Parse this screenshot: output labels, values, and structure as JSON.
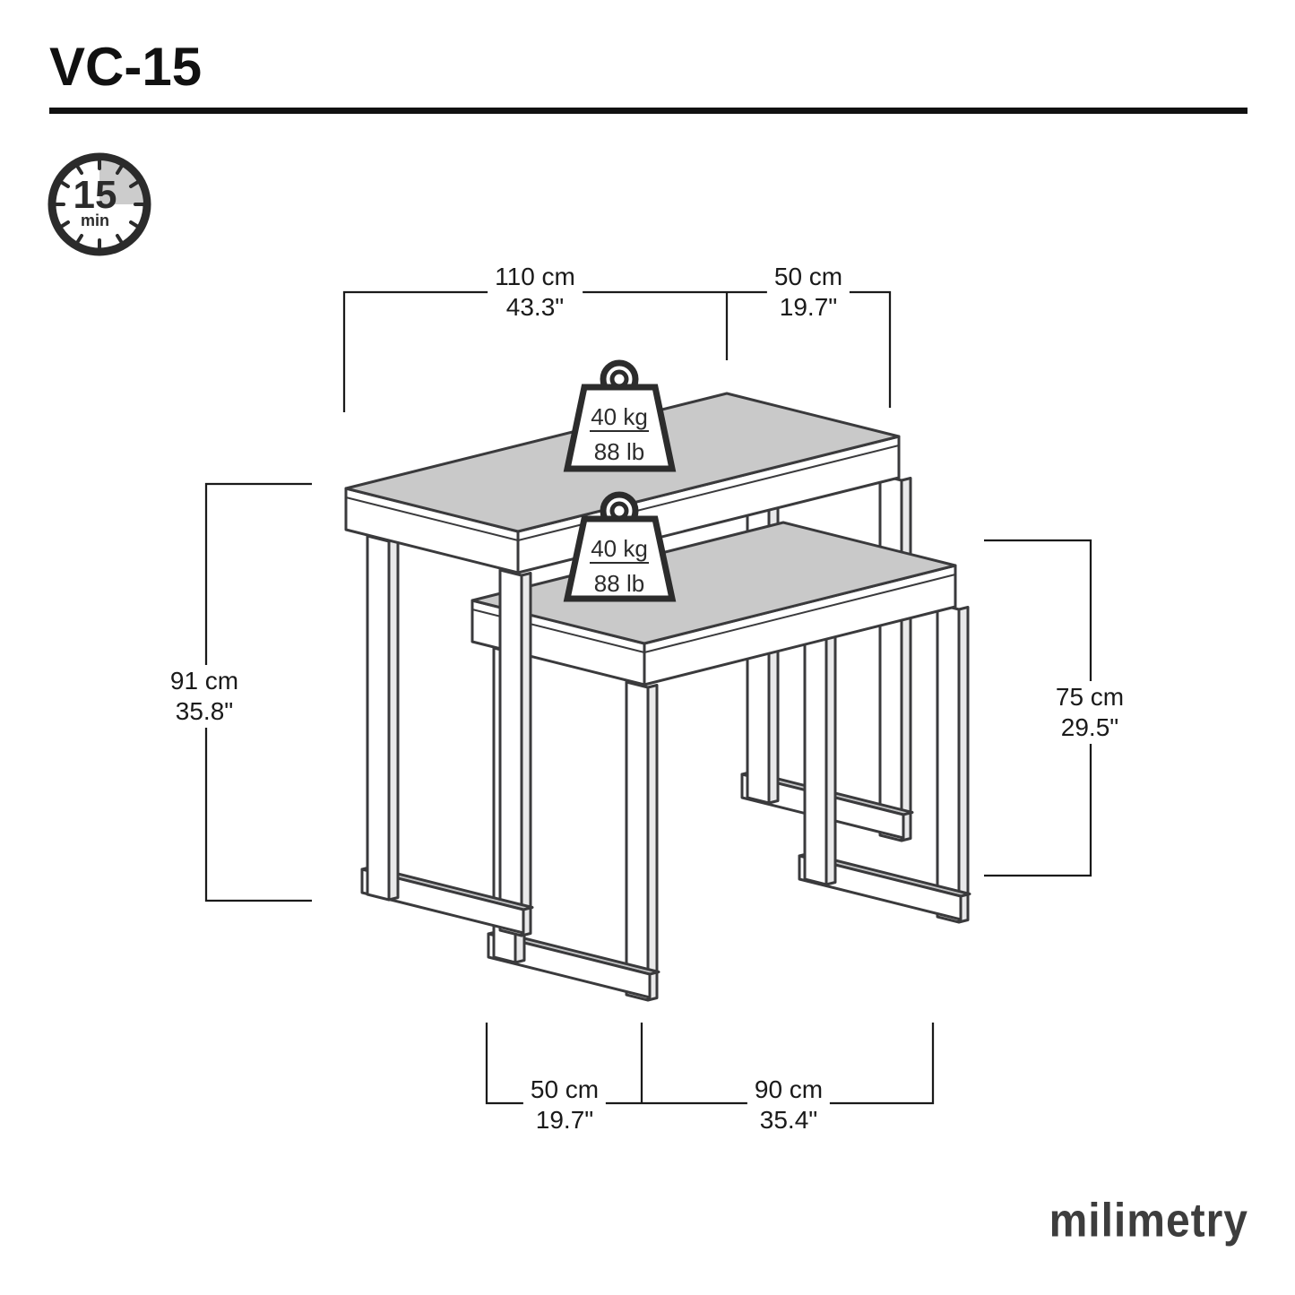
{
  "page": {
    "title": "VC-15"
  },
  "assembly_time": {
    "minutes": "15",
    "unit": "min"
  },
  "weight_capacity": {
    "kg": "40 kg",
    "lb": "88 lb"
  },
  "dimensions": {
    "large_width": {
      "cm": "110 cm",
      "inch": "43.3\""
    },
    "large_depth": {
      "cm": "50 cm",
      "inch": "19.7\""
    },
    "large_height": {
      "cm": "91 cm",
      "inch": "35.8\""
    },
    "small_height": {
      "cm": "75 cm",
      "inch": "29.5\""
    },
    "small_depth": {
      "cm": "50 cm",
      "inch": "19.7\""
    },
    "small_width": {
      "cm": "90 cm",
      "inch": "35.4\""
    }
  },
  "brand": {
    "name": "milimetry"
  },
  "colors": {
    "ink": "#111111",
    "outline": "#3a3a3c",
    "dim_line": "#1a1a1a",
    "tabletop_gray": "#c9c9c9",
    "clock_wedge_gray": "#cccccc"
  }
}
